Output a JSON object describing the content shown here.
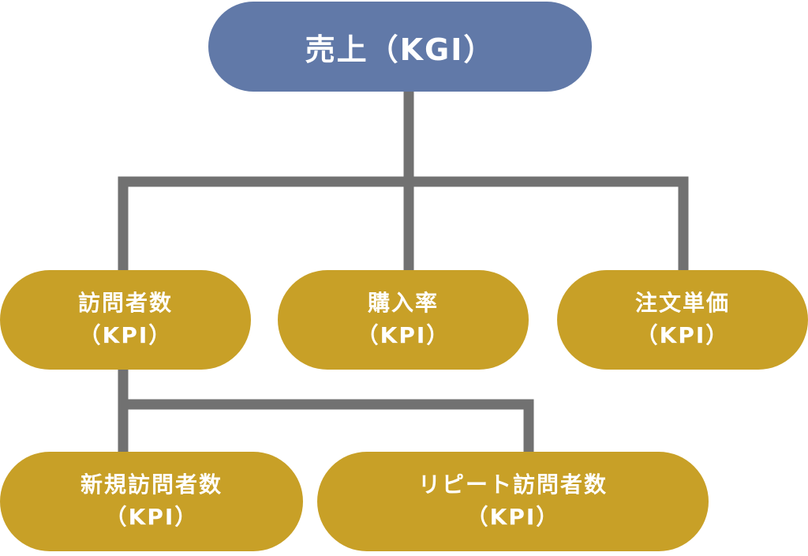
{
  "colors": {
    "kgi": "#6179a8",
    "kpi": "#c8a027",
    "line": "#717171"
  },
  "root": {
    "label": "売上（KGI）"
  },
  "level1": [
    {
      "label": "訪問者数",
      "tag": "（KPI）"
    },
    {
      "label": "購入率",
      "tag": "（KPI）"
    },
    {
      "label": "注文単価",
      "tag": "（KPI）"
    }
  ],
  "level2": [
    {
      "label": "新規訪問者数",
      "tag": "（KPI）"
    },
    {
      "label": "リピート訪問者数",
      "tag": "（KPI）"
    }
  ]
}
